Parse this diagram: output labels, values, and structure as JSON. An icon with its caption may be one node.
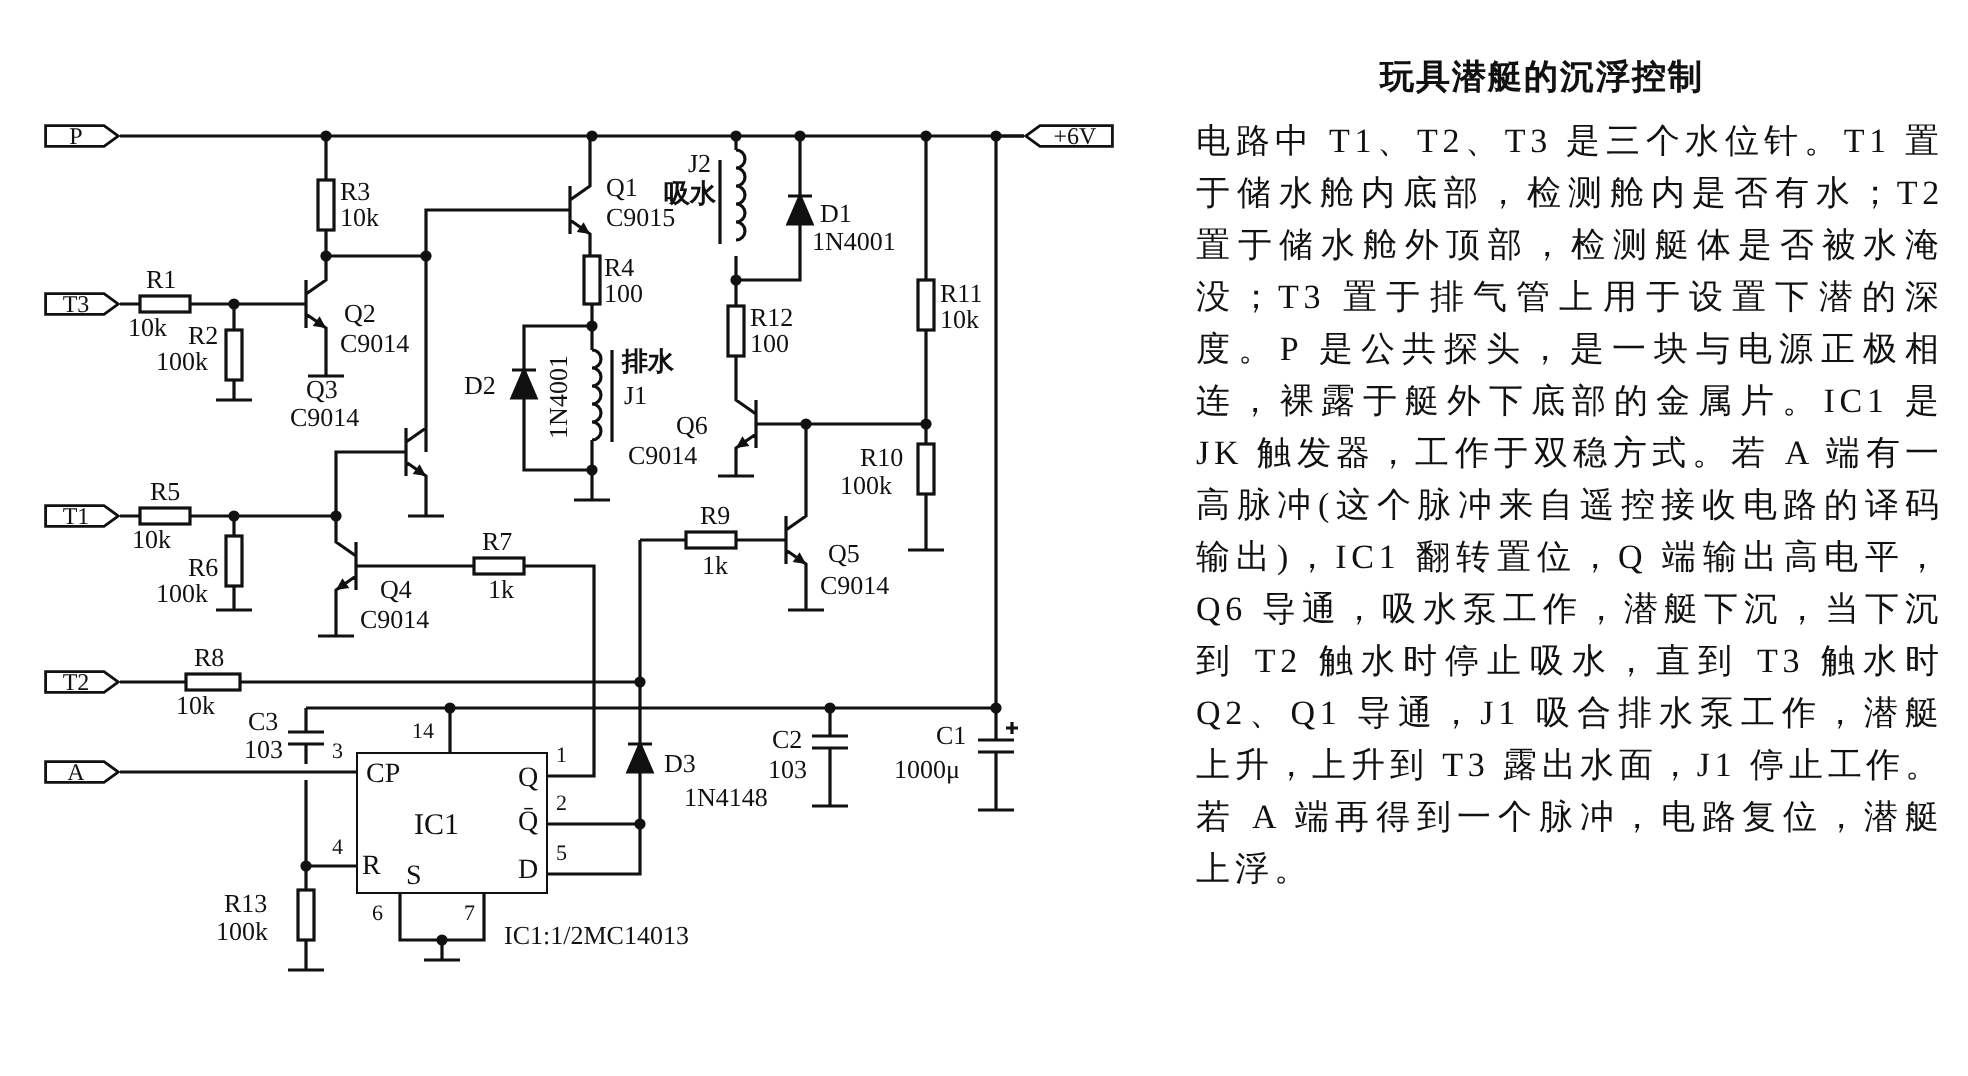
{
  "diagram": {
    "title": "玩具潜艇的沉浮控制",
    "nodes": [
      {
        "text": [
          "P"
        ]
      },
      {
        "text": [
          "+6V"
        ]
      },
      {
        "text": [
          "T3"
        ]
      },
      {
        "text": [
          "T1"
        ]
      },
      {
        "text": [
          "T2"
        ]
      },
      {
        "text": [
          "A"
        ]
      },
      {
        "text": [
          "IC1",
          "CP",
          "R",
          "S",
          "Q",
          "Q̄",
          "D"
        ],
        "beside": [
          "14",
          "3",
          "1",
          "2",
          "4",
          "5",
          "6",
          "7"
        ]
      }
    ],
    "edges": [
      {
        "from": 0,
        "to": 1,
        "arrow": "none"
      },
      {
        "from": 5,
        "to": 6,
        "arrow": "none"
      },
      {
        "from": 1,
        "to": 6,
        "arrow": "none"
      }
    ],
    "labels": [
      "J2",
      "吸水",
      "Q1",
      "C9015",
      "R3",
      "10k",
      "D1",
      "1N4001",
      "R4",
      "100",
      "R1",
      "10k",
      "R11",
      "10k",
      "Q2",
      "C9014",
      "R12",
      "100",
      "R2",
      "100k",
      "排水",
      "J1",
      "D2",
      "1N4001",
      "Q3",
      "C9014",
      "Q6",
      "C9014",
      "R10",
      "R5",
      "100k",
      "10k",
      "R9",
      "1k",
      "R7",
      "1k",
      "Q5",
      "C9014",
      "R6",
      "100k",
      "Q4",
      "C9014",
      "R8",
      "10k",
      "C3",
      "103",
      "C1",
      "1000μ",
      "C2",
      "103",
      "D3",
      "1N4148",
      "R13",
      "100k",
      "IC1:1/2MC14013",
      "电路中 T1、T2、T3 是三个水位针。T1 置于储水舱内底部，检测舱内是否有水；T2 置于储水舱外顶部，检测艇体是否被水淹没；T3 置于排气管上用于设置下潜的深度。P 是公共探头，是一块与电源正极相连，裸露于艇外下底部的金属片。IC1 是 JK 触发器，工作于双稳方式。若 A 端有一高脉冲(这个脉冲来自遥控接收电路的译码输出)，IC1 翻转置位，Q 端输出高电平，Q6 导通，吸水泵工作，潜艇下沉，当下沉到 T2 触水时停止吸水，直到 T3 触水时 Q2、Q1 导通，J1 吸合排水泵工作，潜艇上升，上升到 T3 露出水面，J1 停止工作。若 A 端再得到一个脉冲，电路复位，潜艇上浮。"
    ]
  }
}
